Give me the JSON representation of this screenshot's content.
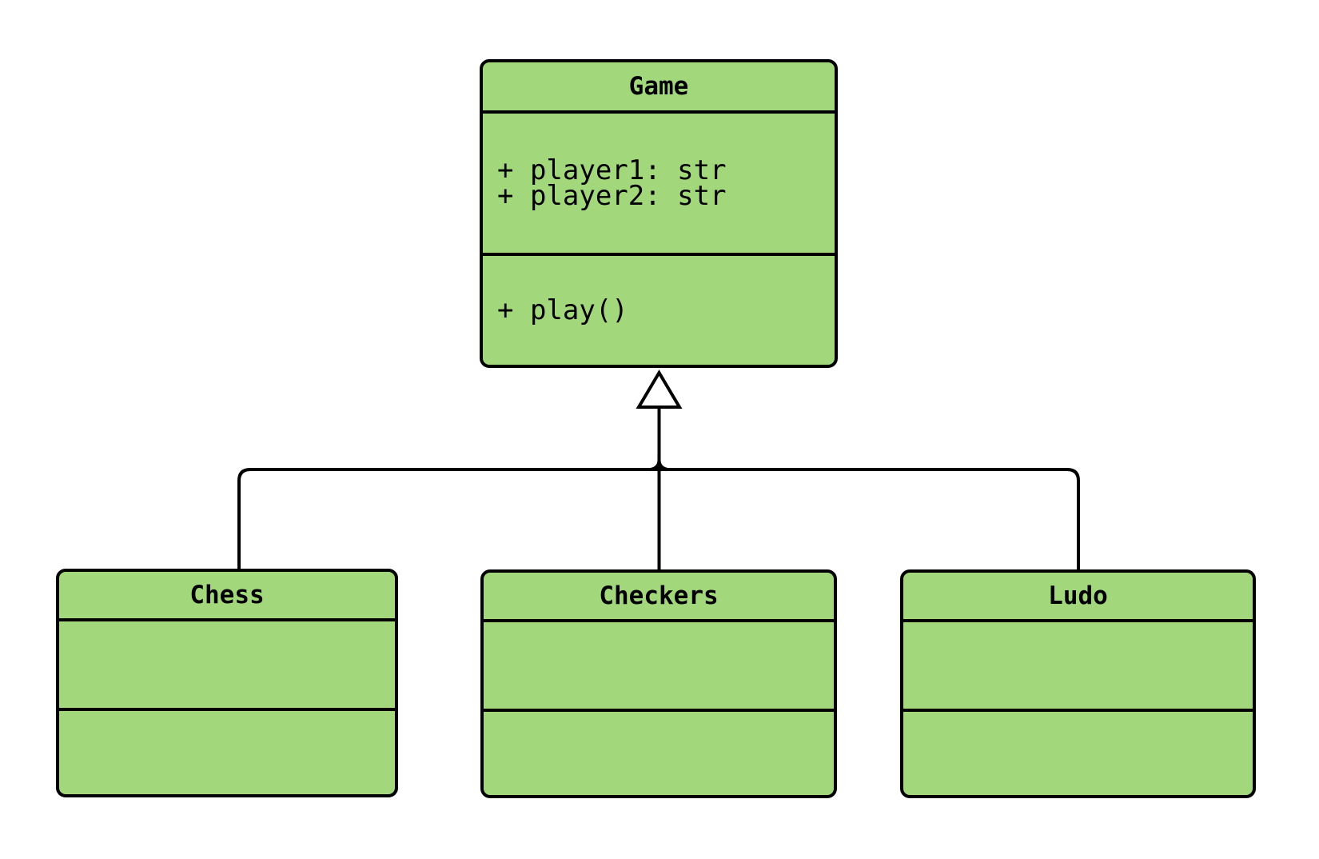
{
  "diagram": {
    "type": "uml-class-diagram",
    "relation_type": "inheritance",
    "colors": {
      "node_fill": "#a2d87b",
      "node_stroke": "#000000",
      "connector": "#000000",
      "arrowhead_fill": "#ffffff",
      "background": "#ffffff"
    },
    "classes": [
      {
        "name": "Game",
        "attributes": [
          "+ player1: str",
          "+ player2: str"
        ],
        "methods": [
          "+ play()"
        ]
      },
      {
        "name": "Chess",
        "attributes": [],
        "methods": []
      },
      {
        "name": "Checkers",
        "attributes": [],
        "methods": []
      },
      {
        "name": "Ludo",
        "attributes": [],
        "methods": []
      }
    ],
    "edges": [
      {
        "from": "Chess",
        "to": "Game",
        "type": "inheritance"
      },
      {
        "from": "Checkers",
        "to": "Game",
        "type": "inheritance"
      },
      {
        "from": "Ludo",
        "to": "Game",
        "type": "inheritance"
      }
    ]
  }
}
